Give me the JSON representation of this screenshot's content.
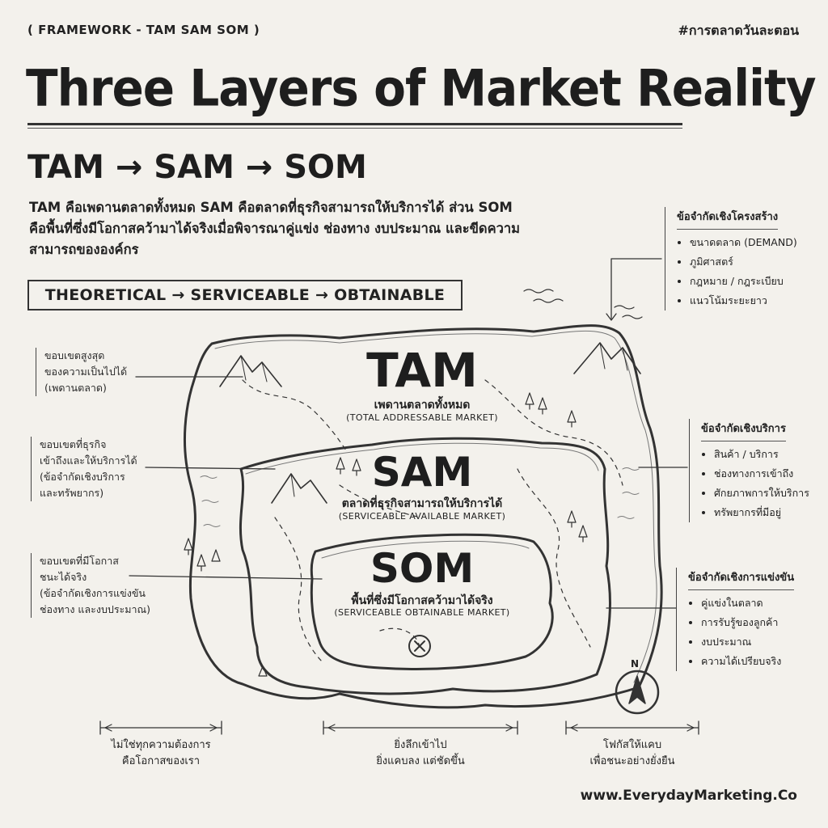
{
  "header": {
    "tag": "( FRAMEWORK - TAM SAM SOM )",
    "hashtag": "#การตลาดวันละตอน",
    "title": "Three Layers of Market Reality",
    "flow": "TAM → SAM → SOM",
    "description": "TAM คือเพดานตลาดทั้งหมด SAM คือตลาดที่ธุรกิจสามารถให้บริการได้ ส่วน SOM คือพื้นที่ซึ่งมีโอกาสคว้ามาได้จริงเมื่อพิจารณาคู่แข่ง ช่องทาง งบประมาณ และขีดความสามารถขององค์กร",
    "stages": "THEORETICAL → SERVICEABLE → OBTAINABLE"
  },
  "layers": {
    "tam": {
      "name": "TAM",
      "thai": "เพดานตลาดทั้งหมด",
      "en": "(TOTAL ADDRESSABLE MARKET)"
    },
    "sam": {
      "name": "SAM",
      "thai": "ตลาดที่ธุรกิจสามารถให้บริการได้",
      "en": "(SERVICEABLE AVAILABLE MARKET)"
    },
    "som": {
      "name": "SOM",
      "thai": "พื้นที่ซึ่งมีโอกาสคว้ามาได้จริง",
      "en": "(SERVICEABLE OBTAINABLE MARKET)"
    }
  },
  "left_notes": {
    "tam": {
      "line1": "ขอบเขตสูงสุด",
      "line2": "ของความเป็นไปได้",
      "line3": "(เพดานตลาด)"
    },
    "sam": {
      "line1": "ขอบเขตที่ธุรกิจ",
      "line2": "เข้าถึงและให้บริการได้",
      "line3": "(ข้อจำกัดเชิงบริการ",
      "line4": "และทรัพยากร)"
    },
    "som": {
      "line1": "ขอบเขตที่มีโอกาส",
      "line2": "ชนะได้จริง",
      "line3": "(ข้อจำกัดเชิงการแข่งขัน",
      "line4": "ช่องทาง และงบประมาณ)"
    }
  },
  "right_notes": {
    "structural": {
      "heading": "ข้อจำกัดเชิงโครงสร้าง",
      "items": [
        "ขนาดตลาด (DEMAND)",
        "ภูมิศาสตร์",
        "กฎหมาย / กฎระเบียบ",
        "แนวโน้มระยะยาว"
      ]
    },
    "service": {
      "heading": "ข้อจำกัดเชิงบริการ",
      "items": [
        "สินค้า / บริการ",
        "ช่องทางการเข้าถึง",
        "ศักยภาพการให้บริการ",
        "ทรัพยากรที่มีอยู่"
      ]
    },
    "competition": {
      "heading": "ข้อจำกัดเชิงการแข่งขัน",
      "items": [
        "คู่แข่งในตลาด",
        "การรับรู้ของลูกค้า",
        "งบประมาณ",
        "ความได้เปรียบจริง"
      ]
    }
  },
  "bottom_notes": {
    "left": {
      "line1": "ไม่ใช่ทุกความต้องการ",
      "line2": "คือโอกาสของเรา"
    },
    "middle": {
      "line1": "ยิ่งลึกเข้าไป",
      "line2": "ยิ่งแคบลง แต่ชัดขึ้น"
    },
    "right": {
      "line1": "โฟกัสให้แคบ",
      "line2": "เพื่อชนะอย่างยั่งยืน"
    }
  },
  "compass_label": "N",
  "marker_icon": "x-marker-icon",
  "footer_url": "www.EverydayMarketing.Co"
}
